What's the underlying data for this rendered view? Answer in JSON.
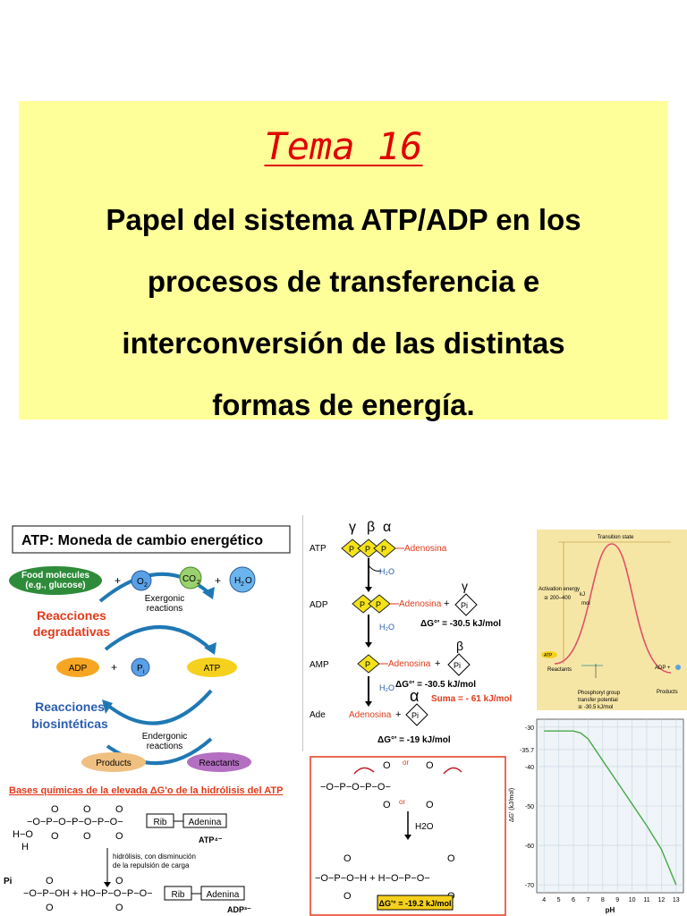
{
  "title_slide": {
    "tema": "Tema 16",
    "subtitle_lines": [
      "Papel del sistema ATP/ADP en los",
      "procesos de transferencia e",
      "interconversión de las distintas",
      "formas de energía."
    ]
  },
  "atp_cycle": {
    "title": "ATP: Moneda de cambio energético",
    "food_molecules": "Food molecules",
    "food_example": "(e.g., glucose)",
    "o2": "O",
    "o2_sub": "2",
    "co2": "CO",
    "co2_sub": "2",
    "h2o": "H",
    "h2o_sub": "2",
    "h2o_o": "O",
    "plus": "+",
    "exergonic": "Exergonic",
    "exergonic_reactions": "reactions",
    "reacciones": "Reacciones",
    "degradativas": "degradativas",
    "adp": "ADP",
    "pi": "P",
    "pi_sub": "i",
    "atp": "ATP",
    "reacciones2": "Reacciones",
    "biosinteticas": "biosintéticas",
    "endergonic": "Endergonic",
    "endergonic_reactions": "reactions",
    "products": "Products",
    "reactants": "Reactants"
  },
  "hydrolysis_steps": {
    "gamma": "γ",
    "beta": "β",
    "alpha": "α",
    "p_label": "P",
    "atp_label": "ATP",
    "adp_label": "ADP",
    "amp_label": "AMP",
    "ade_label": "Ade",
    "adenosina": "Adenosina",
    "h2o": "H2O",
    "dg1": "ΔG°' = -30.5 kJ/mol",
    "dg2": "ΔG°' = -30.5 kJ/mol",
    "suma": "Suma = - 61 kJ/mol",
    "dg3": "ΔG°' = -19 kJ/mol",
    "pi": "Pi",
    "plus": "+"
  },
  "energy_diagram": {
    "transition_state": "Transition state",
    "activation_energy": "Activation energy",
    "activation_range": "≅ 200–400",
    "kj": "kJ",
    "mol": "mol",
    "atp": "ATP",
    "reactants": "Reactants",
    "adp_plus": "ADP +",
    "products": "Products",
    "phosphoryl": "Phosphoryl group",
    "transfer": "transfer potential",
    "transfer_value": "≅ -30.5 kJ/mol"
  },
  "bases_quimicas": {
    "title": "Bases químicas de la elevada ΔG'o de la hidrólisis del ATP",
    "rib": "Rib",
    "adenina": "Adenina",
    "atp4": "ATP⁴⁻",
    "adp3": "ADP³⁻",
    "hidrolisis_line1": "hidrólisis, con disminución",
    "hidrolisis_line2": "de la repulsión de carga",
    "pi": "Pi"
  },
  "resonance": {
    "or1": "or",
    "or2": "or",
    "h2o": "H2O",
    "dg": "ΔG'° = -19.2 kJ/mol"
  },
  "ph_chart": {
    "ylabel": "ΔG' (kJ/mol)",
    "xlabel": "pH",
    "y_ticks": [
      "-70",
      "-60",
      "-50",
      "-40",
      "-35.7",
      "-30"
    ],
    "x_ticks": [
      "4",
      "5",
      "6",
      "7",
      "8",
      "9",
      "10",
      "11",
      "12",
      "13"
    ]
  },
  "chart_data": {
    "type": "line",
    "xlabel": "pH",
    "ylabel": "ΔG' (kJ/mol)",
    "xlim": [
      3.5,
      13.5
    ],
    "ylim": [
      -72,
      -28
    ],
    "series": [
      {
        "x": [
          4,
          5,
          6,
          6.5,
          7,
          8,
          9,
          10,
          11,
          12,
          13
        ],
        "values": [
          -31,
          -31,
          -31,
          -31.5,
          -33,
          -38.5,
          -44,
          -49.5,
          -55,
          -61,
          -70
        ]
      }
    ]
  }
}
